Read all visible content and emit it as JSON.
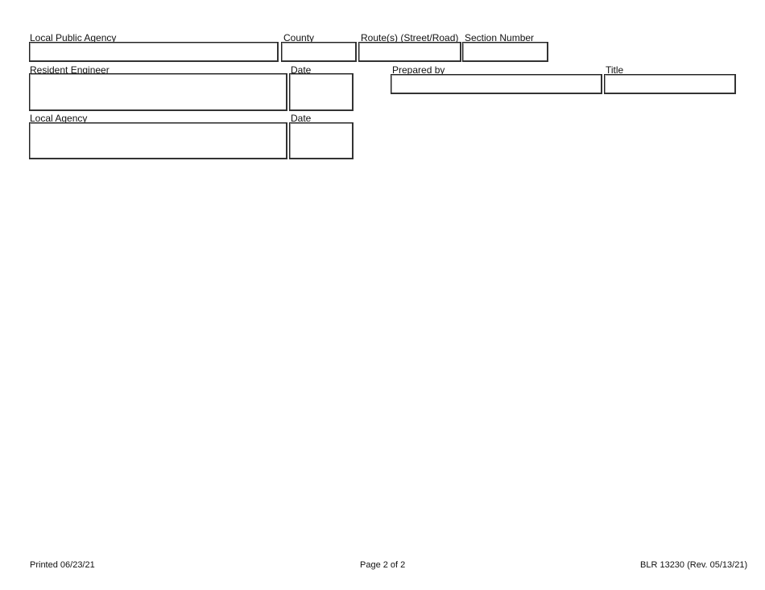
{
  "form": {
    "row1": {
      "local_public_agency": {
        "label": "Local Public Agency",
        "value": ""
      },
      "county": {
        "label": "County",
        "value": ""
      },
      "routes": {
        "label": "Route(s) (Street/Road)",
        "value": ""
      },
      "section_number": {
        "label": "Section Number",
        "value": ""
      }
    },
    "resident_engineer": {
      "label": "Resident Engineer",
      "value": "",
      "date_label": "Date",
      "date_value": ""
    },
    "prepared_by": {
      "label": "Prepared by",
      "value": ""
    },
    "title": {
      "label": "Title",
      "value": ""
    },
    "local_agency": {
      "label": "Local Agency",
      "value": "",
      "date_label": "Date",
      "date_value": ""
    }
  },
  "footer": {
    "printed": "Printed 06/23/21",
    "page": "Page 2 of 2",
    "form_id": "BLR 13230 (Rev. 05/13/21)"
  }
}
